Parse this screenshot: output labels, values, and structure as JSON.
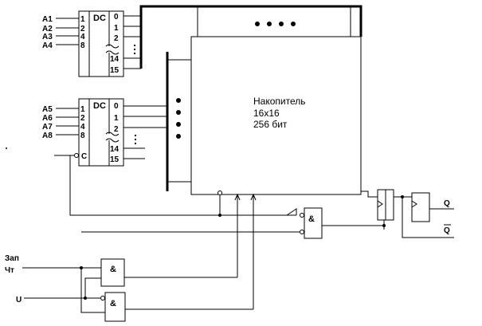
{
  "decoder1": {
    "title": "DC",
    "inputs": [
      "A1",
      "A2",
      "A3",
      "A4"
    ],
    "input_weights": [
      "1",
      "2",
      "4",
      "8"
    ],
    "outputs_top": [
      "0",
      "1",
      "2"
    ],
    "outputs_bottom": [
      "14",
      "15"
    ]
  },
  "decoder2": {
    "title": "DC",
    "inputs": [
      "A5",
      "A6",
      "A7",
      "A8"
    ],
    "input_weights": [
      "1",
      "2",
      "4",
      "8"
    ],
    "enable_pin": "C",
    "outputs_top": [
      "0",
      "1",
      "2"
    ],
    "outputs_bottom": [
      "14",
      "15"
    ]
  },
  "memory": {
    "line1": "Накопитель",
    "line2": "16x16",
    "line3": "256 бит"
  },
  "gates": {
    "and_top": "&",
    "and_bottom": "&",
    "and_right": "&"
  },
  "signals": {
    "write": "Зап",
    "read": "Чт",
    "u": "U",
    "q": "Q",
    "q_bar": "Q"
  }
}
